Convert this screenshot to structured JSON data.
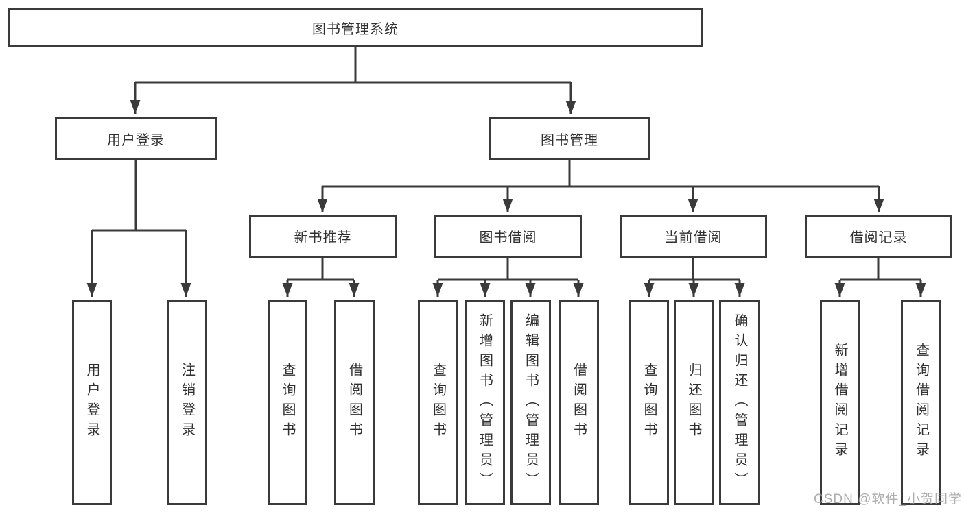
{
  "diagram": {
    "root": {
      "label": "图书管理系统"
    },
    "level2": [
      {
        "label": "用户登录"
      },
      {
        "label": "图书管理"
      }
    ],
    "level3": [
      {
        "label": "新书推荐"
      },
      {
        "label": "图书借阅"
      },
      {
        "label": "当前借阅"
      },
      {
        "label": "借阅记录"
      }
    ],
    "leaves": [
      {
        "label": "用户登录"
      },
      {
        "label": "注销登录"
      },
      {
        "label": "查询图书"
      },
      {
        "label": "借阅图书"
      },
      {
        "label": "查询图书"
      },
      {
        "label": "新增图书（管理员）"
      },
      {
        "label": "编辑图书（管理员）"
      },
      {
        "label": "借阅图书"
      },
      {
        "label": "查询图书"
      },
      {
        "label": "归还图书"
      },
      {
        "label": "确认归还（管理员）"
      },
      {
        "label": "新增借阅记录"
      },
      {
        "label": "查询借阅记录"
      }
    ],
    "watermark": "CSDN @软件_小贺同学",
    "colors": {
      "line": "#3a3a3a",
      "text": "#303030",
      "watermark": "#a0a0a0",
      "background": "#ffffff"
    }
  }
}
